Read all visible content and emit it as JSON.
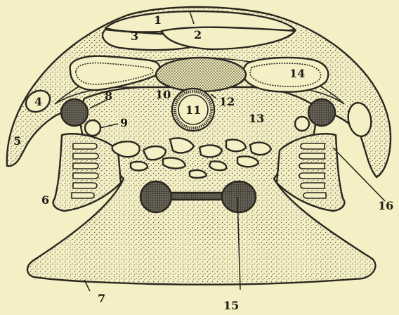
{
  "colors": {
    "background": "#f4efc4",
    "ink": "#2a2720",
    "stipple": "#5b5648"
  },
  "labels": {
    "l1": "1",
    "l2": "2",
    "l3": "3",
    "l4": "4",
    "l5": "5",
    "l6": "6",
    "l7": "7",
    "l8": "8",
    "l9": "9",
    "l10": "10",
    "l11": "11",
    "l12": "12",
    "l13": "13",
    "l14": "14",
    "l15": "15",
    "l16": "16"
  }
}
